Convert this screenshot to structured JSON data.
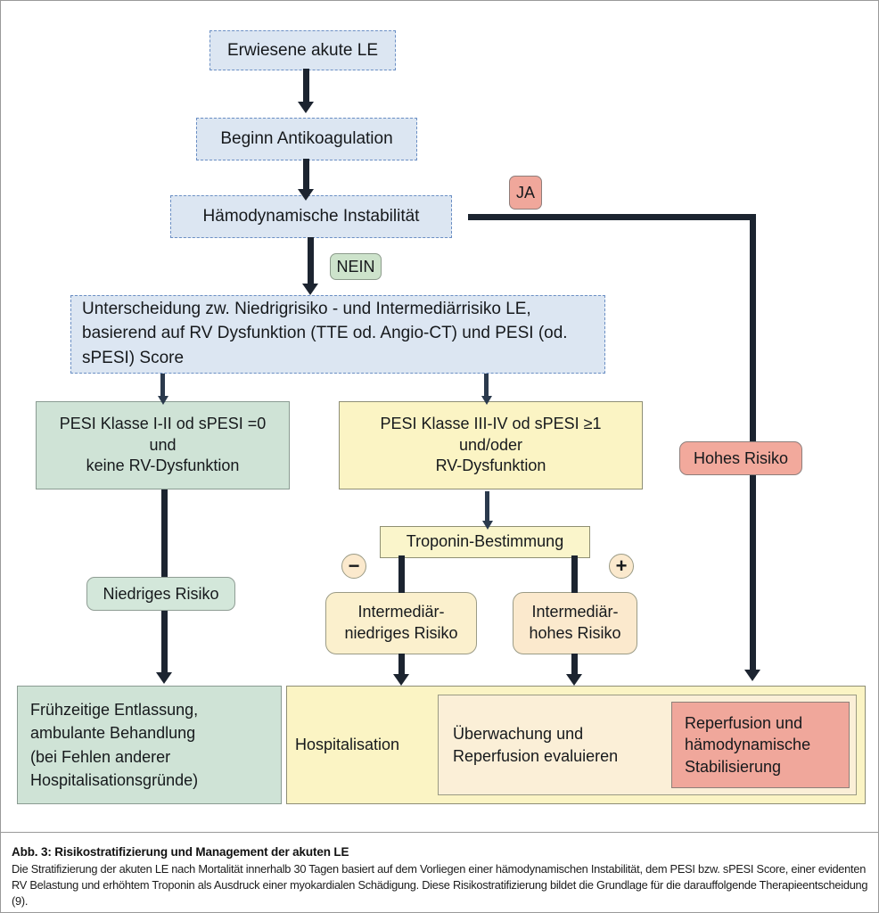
{
  "figure": {
    "title": "Risikostratifizierung und Management der akuten LE"
  },
  "nodes": {
    "start": "Erwiesene akute LE",
    "anticoag": "Beginn Antikoagulation",
    "hemodynamic": "Hämodynamische Instabilität",
    "stratification": "Unterscheidung zw. Niedrigrisiko - und Intermediärrisiko LE, basierend auf RV Dysfunktion (TTE od. Angio-CT) und PESI (od. sPESI) Score",
    "pesi_low": "PESI Klasse I-II od sPESI =0\nund\nkeine RV-Dysfunktion",
    "pesi_high": "PESI Klasse III-IV od sPESI ≥1\nund/oder\nRV-Dysfunktion",
    "troponin": "Troponin-Bestimmung",
    "intermediate_low": "Intermediär-\nniedriges Risiko",
    "intermediate_high": "Intermediär-\nhohes Risiko",
    "early_discharge": "Frühzeitige Entlassung,\nambulante Behandlung\n(bei Fehlen anderer\nHospitalisationsgründe)",
    "hospitalisation": "Hospitalisation",
    "monitoring": "Überwachung und\nReperfusion evaluieren",
    "reperfusion": "Reperfusion und\nhämodynamische\nStabilisierung"
  },
  "badges": {
    "ja": "JA",
    "nein": "NEIN",
    "low_risk": "Niedriges Risiko",
    "high_risk": "Hohes Risiko",
    "troponin_negative": "−",
    "troponin_positive": "+"
  },
  "caption": {
    "title": "Abb. 3: Risikostratifizierung und Management der akuten LE",
    "body": "Die Stratifizierung der akuten LE nach Mortalität innerhalb 30 Tagen basiert auf dem Vorliegen einer hämodynamischen Instabilität, dem PESI bzw. sPESI Score, einer evidenten RV Belastung und erhöhtem Troponin als Ausdruck einer myokardialen Schädigung. Diese Risikostratifizierung bildet die Grundlage für die darauffolgende Therapieentscheidung (9)."
  },
  "colors": {
    "process_blue": "#dce6f2",
    "low_risk_green": "#cfe3d6",
    "intermediate_yellow": "#fbf4c4",
    "intermediate_peach": "#fbe9cd",
    "high_risk_red": "#f0a79b",
    "connector": "#1c2430"
  }
}
